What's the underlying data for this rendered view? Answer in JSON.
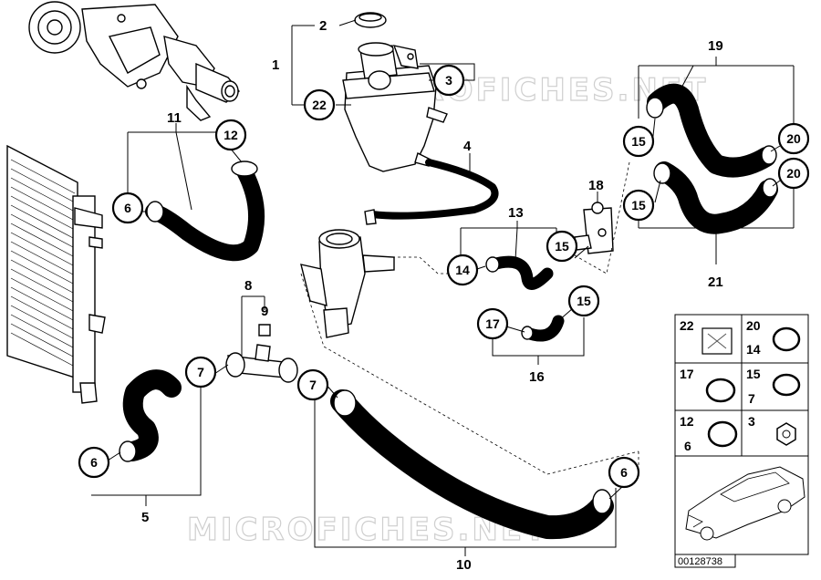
{
  "watermark": "MICROFICHES.NET",
  "doc_number": "00128738",
  "callouts": {
    "c1": "1",
    "c2": "2",
    "c3": "3",
    "c4": "4",
    "c5": "5",
    "c6a": "6",
    "c6b": "6",
    "c6c": "6",
    "c7a": "7",
    "c7b": "7",
    "c8": "8",
    "c9": "9",
    "c10": "10",
    "c11": "11",
    "c12": "12",
    "c13": "13",
    "c14": "14",
    "c15a": "15",
    "c15b": "15",
    "c15c": "15",
    "c15d": "15",
    "c16": "16",
    "c17": "17",
    "c18": "18",
    "c19": "19",
    "c20a": "20",
    "c20b": "20",
    "c21": "21",
    "c22": "22"
  },
  "legend": {
    "r1": {
      "a": "22",
      "b": "20",
      "c": "14"
    },
    "r2": {
      "a": "17",
      "b": "15",
      "c": "7"
    },
    "r3": {
      "a": "12",
      "b": "6",
      "c": "3"
    }
  },
  "icons": {
    "pump": "water-pump-icon",
    "radiator": "radiator-icon",
    "tank": "expansion-tank-icon",
    "car": "car-sedan-icon"
  }
}
